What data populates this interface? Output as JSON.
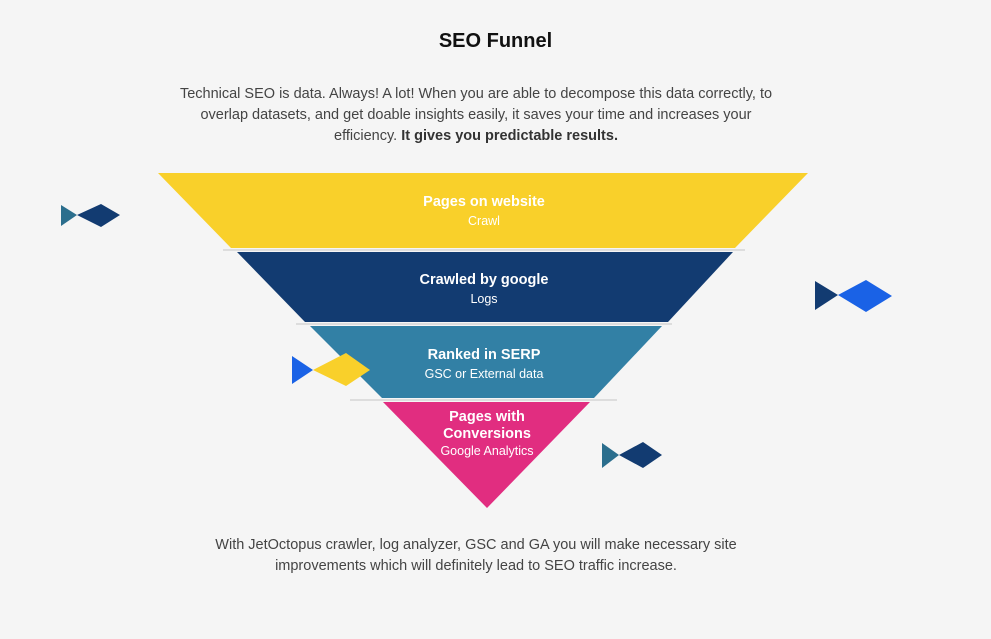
{
  "title": "SEO Funnel",
  "intro": {
    "text": "Technical SEO is data. Always! A lot! When you are able to decompose this data correctly, to overlap datasets, and get doable insights easily, it saves your time and increases your efficiency.",
    "bold": "It gives you predictable results."
  },
  "funnel": [
    {
      "title": "Pages on website",
      "subtitle": "Crawl",
      "color": "#f9d02a"
    },
    {
      "title": "Crawled by google",
      "subtitle": "Logs",
      "color": "#123b71"
    },
    {
      "title": "Ranked in SERP",
      "subtitle": "GSC or External data",
      "color": "#3280a5"
    },
    {
      "title": "Pages with Conversions",
      "subtitle": "Google Analytics",
      "color": "#e12d80"
    }
  ],
  "outro": "With JetOctopus crawler, log analyzer, GSC and GA you will make necessary site improvements which will definitely lead to SEO traffic increase."
}
